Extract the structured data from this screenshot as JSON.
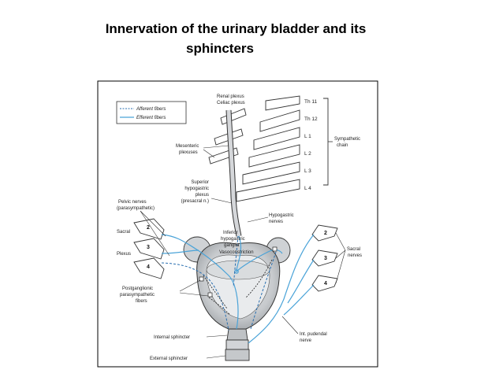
{
  "slide": {
    "title_line1": "Innervation of the urinary bladder and its",
    "title_line2": "sphincters"
  },
  "legend": {
    "afferent": "Afferent fibers",
    "efferent": "Efferent fibers"
  },
  "labels": {
    "renal_plexus": "Renal plexus",
    "celiac_plexus": "Celiac plexus",
    "mesenteric_1": "Mesenteric",
    "mesenteric_2": "plexuses",
    "sup_hypo_1": "Superior",
    "sup_hypo_2": "hypogastric",
    "sup_hypo_3": "plexus",
    "sup_hypo_4": "(presacral n.)",
    "hypogastric_1": "Hypogastric",
    "hypogastric_2": "nerves",
    "pelvic_1": "Pelvic nerves",
    "pelvic_2": "(parasympathetic)",
    "sacral": "Sacral",
    "plexus": "Plexus",
    "inf_hypo_1": "Inferior",
    "inf_hypo_2": "hypogastric",
    "inf_hypo_3": "ganglia",
    "vasoconstriction": "Vasoconstriction",
    "postgang_1": "Postganglionic",
    "postgang_2": "parasympathetic",
    "postgang_3": "fibers",
    "internal_sphincter": "Internal sphincter",
    "external_sphincter": "External sphincter",
    "int_pudendal_1": "Int. pudendal",
    "int_pudendal_2": "nerve",
    "sacral_nerves_1": "Sacral",
    "sacral_nerves_2": "nerves",
    "symp_chain_1": "Sympathetic",
    "symp_chain_2": "chain"
  },
  "segments": [
    "Th 11",
    "Th 12",
    "L 1",
    "L 2",
    "L 3",
    "L 4"
  ],
  "sacral_left": [
    "2",
    "3",
    "4"
  ],
  "sacral_right": [
    "2",
    "3",
    "4"
  ],
  "colors": {
    "efferent": "#4aa3d8",
    "afferent": "#2a6fb0",
    "structure_fill": "#cfd2d5",
    "outline": "#333333"
  }
}
